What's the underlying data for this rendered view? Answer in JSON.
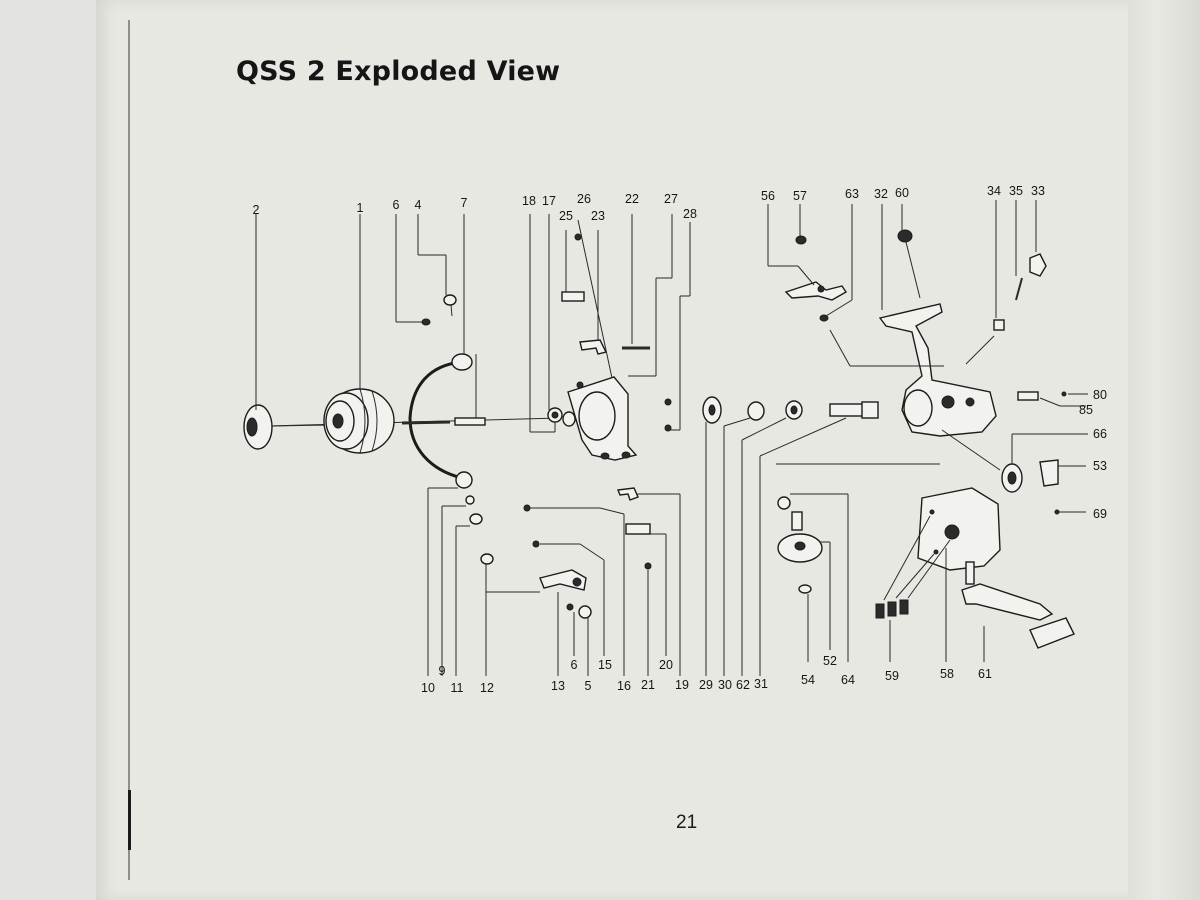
{
  "title": "QSS 2 Exploded View",
  "page_number": "21",
  "callouts": {
    "p1": "1",
    "p2": "2",
    "p4": "4",
    "p5": "5",
    "p6a": "6",
    "p6b": "6",
    "p7": "7",
    "p9": "9",
    "p10": "10",
    "p11": "11",
    "p12": "12",
    "p13": "13",
    "p15": "15",
    "p16": "16",
    "p17": "17",
    "p18": "18",
    "p19": "19",
    "p20": "20",
    "p21": "21",
    "p22": "22",
    "p23": "23",
    "p25": "25",
    "p26": "26",
    "p27": "27",
    "p28": "28",
    "p29": "29",
    "p30": "30",
    "p31": "31",
    "p32": "32",
    "p33": "33",
    "p34": "34",
    "p35": "35",
    "p52": "52",
    "p53": "53",
    "p54": "54",
    "p56": "56",
    "p57": "57",
    "p58": "58",
    "p59": "59",
    "p60": "60",
    "p61": "61",
    "p62": "62",
    "p63": "63",
    "p64": "64",
    "p66": "66",
    "p69": "69",
    "p80": "80",
    "p85": "85"
  }
}
